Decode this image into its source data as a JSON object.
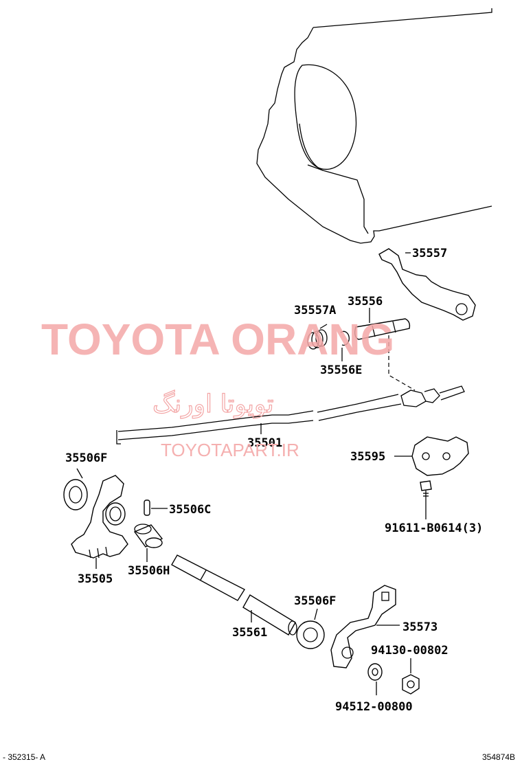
{
  "watermark": {
    "brand": "TOYOTA ORANG",
    "persian": "تویوتا اورنگ",
    "site": "TOYOTAPART.IR"
  },
  "parts": {
    "p35557": "35557",
    "p35557a": "35557A",
    "p35556": "35556",
    "p35556e": "35556E",
    "p35501": "35501",
    "p35595": "35595",
    "p91611": "91611-B0614(3)",
    "p35506f_top": "35506F",
    "p35506c": "35506C",
    "p35505": "35505",
    "p35506h": "35506H",
    "p35561": "35561",
    "p35506f_bottom": "35506F",
    "p35573": "35573",
    "p94130": "94130-00802",
    "p94512": "94512-00800"
  },
  "footer": {
    "left_code": "- 352315- A",
    "right_code": "354874B"
  }
}
